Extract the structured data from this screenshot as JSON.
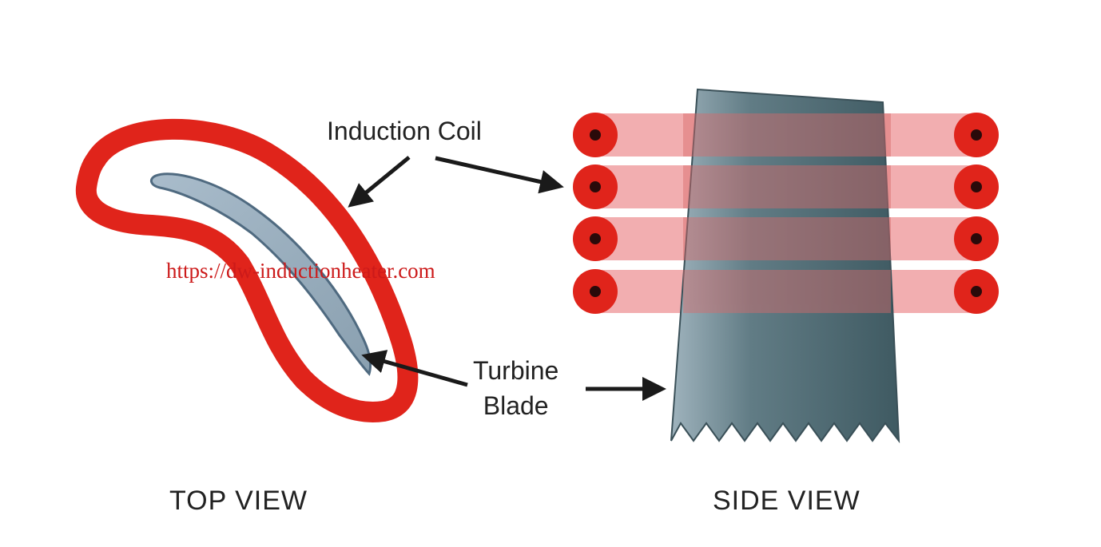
{
  "labels": {
    "induction_coil": "Induction Coil",
    "turbine_blade_line1": "Turbine",
    "turbine_blade_line2": "Blade",
    "top_view": "TOP VIEW",
    "side_view": "SIDE VIEW"
  },
  "watermark": "https://dw-inductionheater.com",
  "colors": {
    "coil_red": "#e0241b",
    "coil_band": "#f2aeb0",
    "blade_slate": "#4f6a72",
    "blade_light": "#9fb3bd",
    "conductor_core": "#2a0a0a",
    "arrow": "#1a1a1a"
  },
  "side_view": {
    "coil_turns": 4
  }
}
